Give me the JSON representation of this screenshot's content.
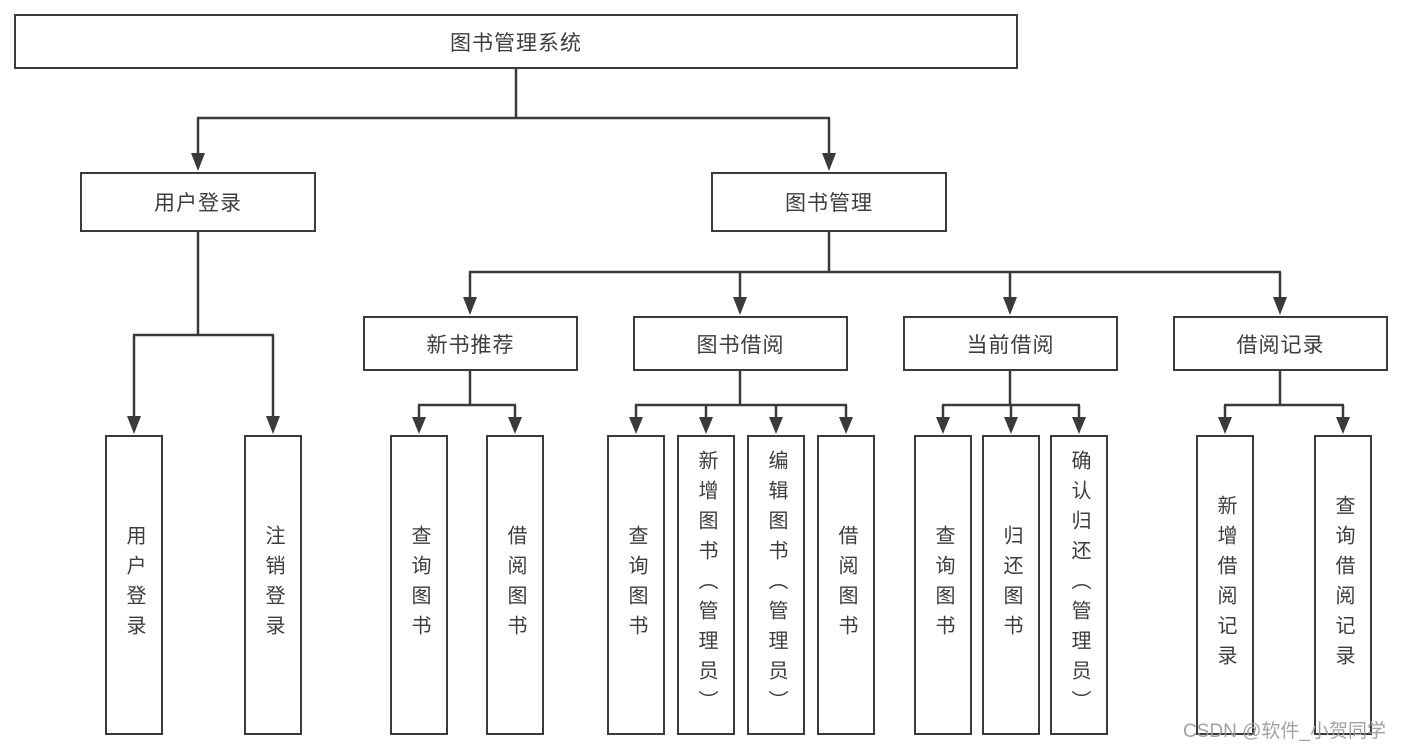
{
  "tree": {
    "label": "图书管理系统",
    "children": [
      {
        "label": "用户登录",
        "children": [
          {
            "label": "用户登录"
          },
          {
            "label": "注销登录"
          }
        ]
      },
      {
        "label": "图书管理",
        "children": [
          {
            "label": "新书推荐",
            "children": [
              {
                "label": "查询图书"
              },
              {
                "label": "借阅图书"
              }
            ]
          },
          {
            "label": "图书借阅",
            "children": [
              {
                "label": "查询图书"
              },
              {
                "label": "新增图书（管理员）"
              },
              {
                "label": "编辑图书（管理员）"
              },
              {
                "label": "借阅图书"
              }
            ]
          },
          {
            "label": "当前借阅",
            "children": [
              {
                "label": "查询图书"
              },
              {
                "label": "归还图书"
              },
              {
                "label": "确认归还（管理员）"
              }
            ]
          },
          {
            "label": "借阅记录",
            "children": [
              {
                "label": "新增借阅记录"
              },
              {
                "label": "查询借阅记录"
              }
            ]
          }
        ]
      }
    ]
  },
  "watermark": {
    "text": "CSDN @软件_小贺同学"
  },
  "colors": {
    "line": "#3a3a3a",
    "box_border": "#3a3a3a",
    "text": "#3d3d3d",
    "background": "#ffffff",
    "watermark": "#9a9ca2"
  }
}
